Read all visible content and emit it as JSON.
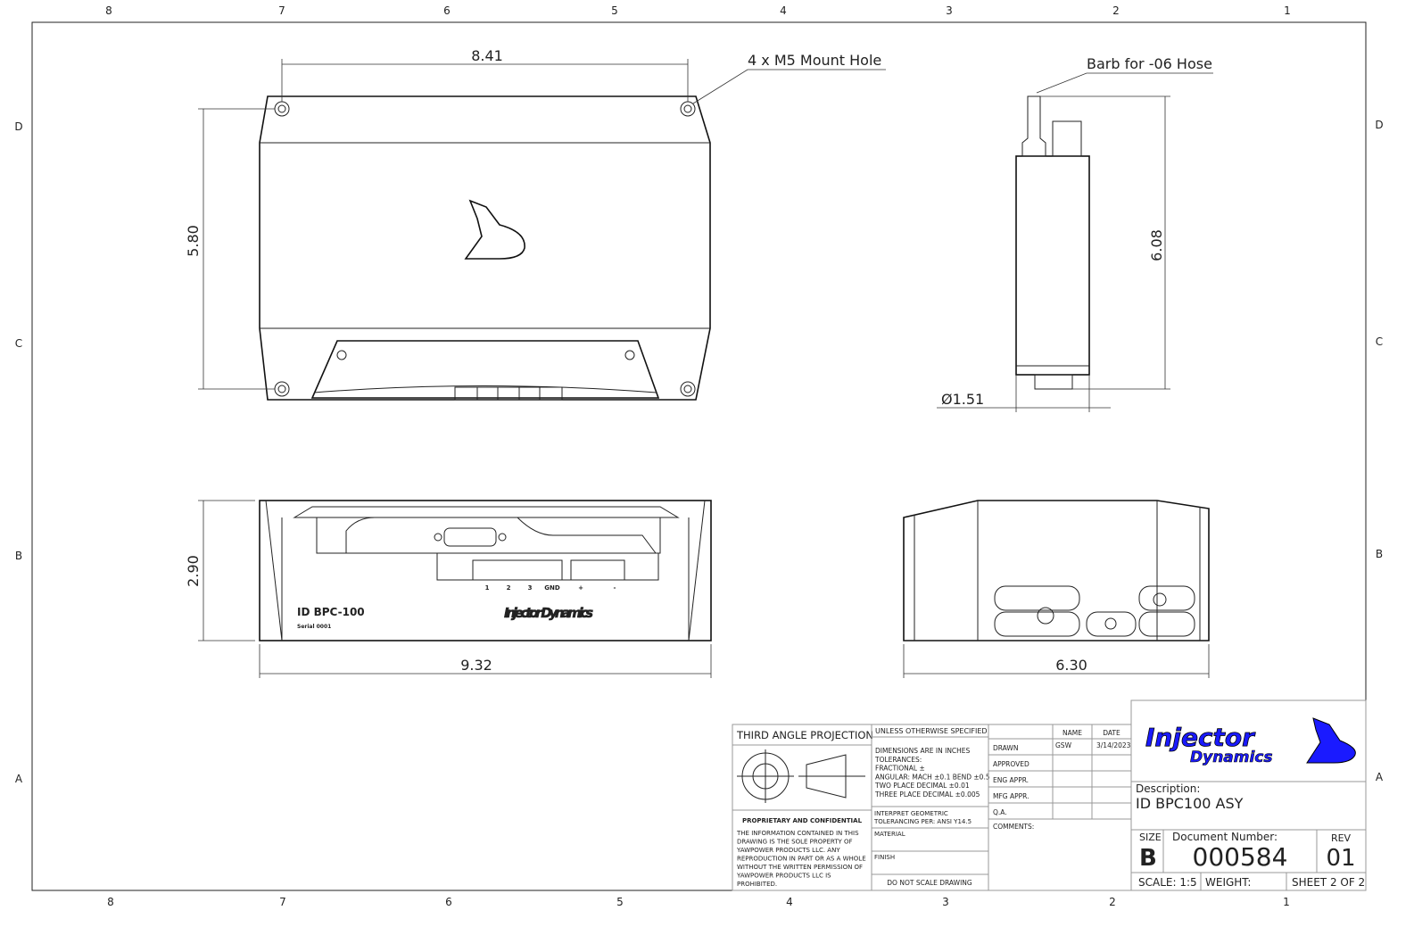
{
  "zones": {
    "columns": [
      "8",
      "7",
      "6",
      "5",
      "4",
      "3",
      "2",
      "1"
    ],
    "rows": [
      "D",
      "C",
      "B",
      "A"
    ]
  },
  "dimensions": {
    "top_width": "8.41",
    "top_height": "5.80",
    "side_height": "6.08",
    "side_diameter": "Ø1.51",
    "front_height": "2.90",
    "front_width": "9.32",
    "right_width": "6.30"
  },
  "callouts": {
    "mount_hole": "4 x M5 Mount Hole",
    "barb": "Barb for -06 Hose"
  },
  "front_view": {
    "pin_labels": [
      "1",
      "2",
      "3",
      "GND",
      "+",
      "-"
    ],
    "model": "ID BPC-100",
    "serial": "Serial 0001",
    "logo_text": "Injector Dynamics"
  },
  "title_block": {
    "projection": "THIRD ANGLE PROJECTION",
    "proprietary_title": "PROPRIETARY AND CONFIDENTIAL",
    "proprietary_lines": [
      "THE INFORMATION CONTAINED IN THIS",
      "DRAWING IS THE SOLE PROPERTY OF",
      "YAWPOWER PRODUCTS LLC.  ANY",
      "REPRODUCTION IN PART OR AS A WHOLE",
      "WITHOUT THE WRITTEN PERMISSION OF",
      "YAWPOWER PRODUCTS LLC IS",
      "PROHIBITED."
    ],
    "unless": "UNLESS OTHERWISE SPECIFIED:",
    "tolerance_lines": [
      "DIMENSIONS ARE IN INCHES",
      "TOLERANCES:",
      "FRACTIONAL ±",
      "ANGULAR: MACH ±0.1 BEND ±0.5",
      "TWO PLACE DECIMAL    ±0.01",
      "THREE PLACE DECIMAL  ±0.005"
    ],
    "geometric_lines": [
      "INTERPRET GEOMETRIC",
      "TOLERANCING PER:    ANSI Y14.5"
    ],
    "material": "MATERIAL",
    "finish": "FINISH",
    "no_scale": "DO NOT SCALE DRAWING",
    "name_header": "NAME",
    "date_header": "DATE",
    "rows": [
      {
        "label": "DRAWN",
        "name": "GSW",
        "date": "3/14/2023"
      },
      {
        "label": "APPROVED",
        "name": "",
        "date": ""
      },
      {
        "label": "ENG APPR.",
        "name": "",
        "date": ""
      },
      {
        "label": "MFG APPR.",
        "name": "",
        "date": ""
      },
      {
        "label": "Q.A.",
        "name": "",
        "date": ""
      }
    ],
    "comments": "COMMENTS:",
    "company_logo": {
      "line1": "Injector",
      "line2": "Dynamics",
      "color": "#1a1aff"
    },
    "description_label": "Description:",
    "description": "ID BPC100 ASY",
    "size_label": "SIZE",
    "size": "B",
    "docnum_label": "Document Number:",
    "docnum": "000584",
    "rev_label": "REV",
    "rev": "01",
    "scale": "SCALE: 1:5",
    "weight": "WEIGHT:",
    "sheet": "SHEET 2 OF 2"
  }
}
